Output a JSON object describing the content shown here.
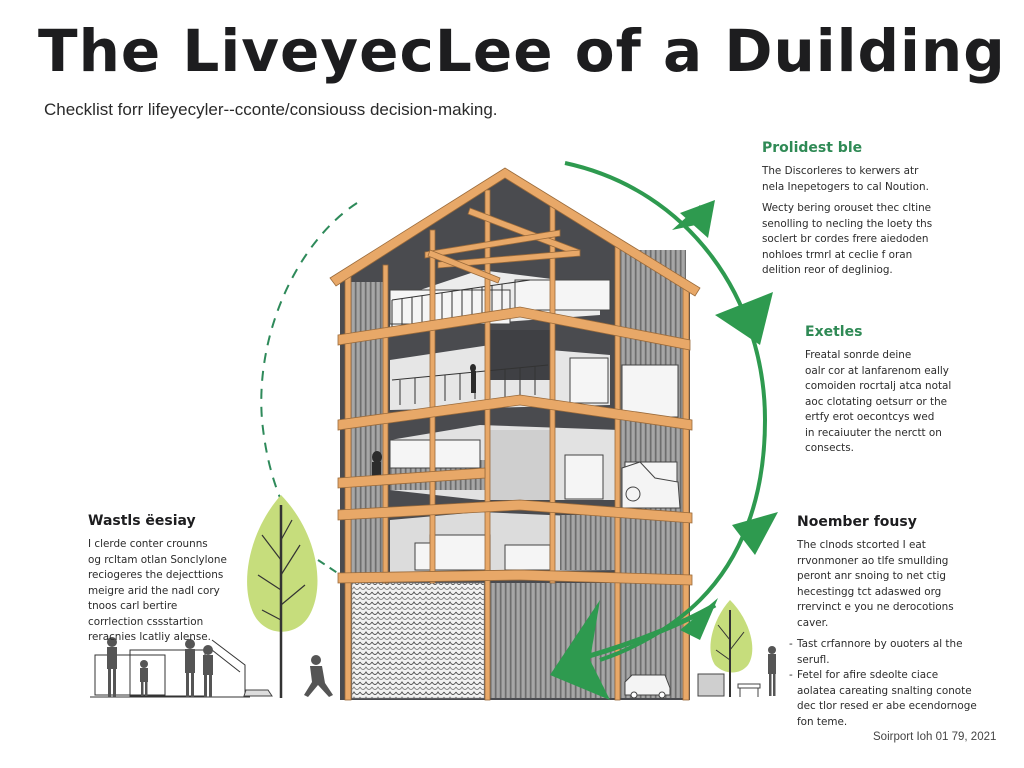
{
  "header": {
    "title": "The LiveyecLee of a Duilding",
    "subtitle": "Checklist forr lifeyecyler--cconte/consiouss decision-making."
  },
  "panels": {
    "top_right": {
      "heading": "Prolidest ble",
      "lines": [
        "The Discorleres to kerwers atr",
        "nela Inepetogers to cal Noution.",
        "Wecty bering orouset thec cltine",
        "senolling to necling the loety ths",
        "soclert br cordes frere aiedoden",
        "nohloes trmrl at ceclie f oran",
        "delition reor of degliniog."
      ]
    },
    "middle_right": {
      "heading": "Exetles",
      "lines": [
        "Freatal sonrde deine",
        "oalr cor at lanfarenom eally",
        "comoiden rocrtalj atca notal",
        "aoc clotating oetsurr or the",
        "ertfy erot oecontcys wed",
        "in recaiuuter the nerctt on",
        "consects."
      ]
    },
    "bottom_right": {
      "heading": "Noember fousy",
      "lines": [
        "The clnods stcorted I eat",
        "rrvonmoner ao tlfe smullding",
        "peront anr snoing to net ctig",
        "hecestingg tct adaswed org",
        "rrervinct e you ne derocotions",
        "caver."
      ],
      "bullets": [
        "Tast crfannore by ouoters al the serufl.",
        "Fetel for afire sdeolte ciace aolatea careating snalting conote dec tlor resed er abe ecendornoge fon teme."
      ]
    },
    "bottom_left": {
      "heading": "Wastls ëesiay",
      "lines": [
        "I clerde conter crounns",
        "og rcltam otlan Sonclylone",
        "reciogeres the dejecttions",
        "meigre arid the nadl cory",
        "tnoos carl bertire",
        "corrlection cssstartion",
        "reracnies lcatliy alense."
      ]
    }
  },
  "footer": {
    "text": "Soirport Ioh 01 79, 2021"
  },
  "icons": {
    "lifecycle_arrow": "green-cycle-arrow-icon",
    "dashed_arc": "dashed-cycle-arc-icon",
    "building": "building-cross-section",
    "tree": "tree-icon",
    "person": "person-icon",
    "car": "car-icon"
  },
  "colors": {
    "title_text": "#1d1d1f",
    "accent_green": "#2e9a4f",
    "heading_green": "#2f8a55",
    "timber": "#e8a868",
    "timber_stroke": "#9a6a3a",
    "cladding_gray": "#8e8e8e",
    "interior_dark": "#4a4b4f",
    "tree_leaf": "#c6dd7c"
  }
}
